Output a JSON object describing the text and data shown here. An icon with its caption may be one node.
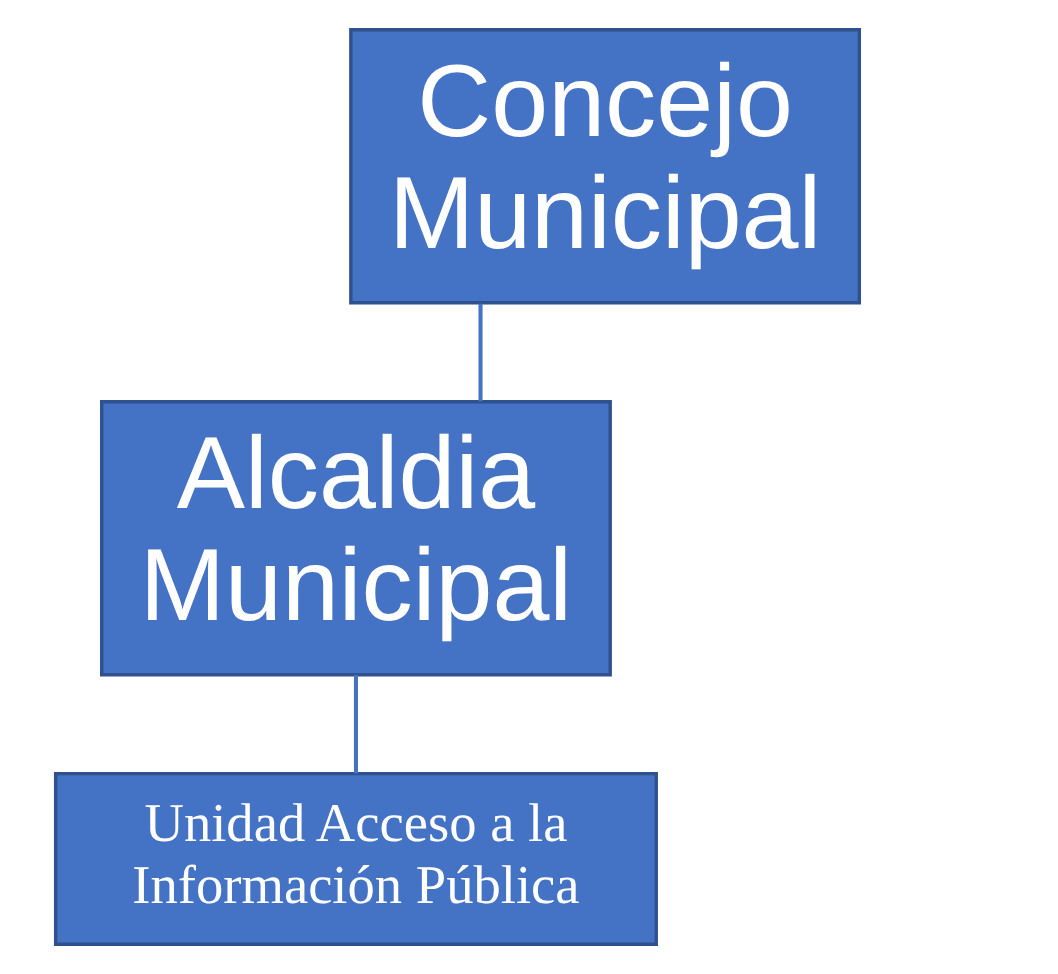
{
  "diagram": {
    "nodes": [
      {
        "text": [
          "Concejo Municipal"
        ]
      },
      {
        "text": [
          "Alcaldia Municipal"
        ]
      },
      {
        "text": [
          "Unidad Acceso a la Información Pública"
        ]
      }
    ],
    "edges": [
      {
        "from": 0,
        "to": 1,
        "arrow": "none"
      },
      {
        "from": 1,
        "to": 2,
        "arrow": "none"
      }
    ]
  }
}
